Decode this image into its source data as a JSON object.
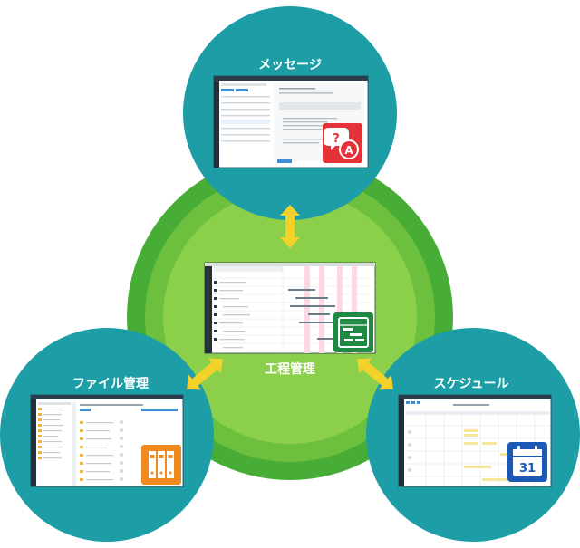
{
  "diagram": {
    "center_label": "工程管理",
    "nodes": [
      {
        "id": "message",
        "label": "メッセージ",
        "icon": "qa-icon",
        "icon_color": "#e53238"
      },
      {
        "id": "file",
        "label": "ファイル管理",
        "icon": "binder-icon",
        "icon_color": "#ef8a1e"
      },
      {
        "id": "schedule",
        "label": "スケジュール",
        "icon": "calendar-icon",
        "icon_color": "#1a59b5",
        "icon_text": "31"
      }
    ],
    "center_icon": {
      "icon": "gantt-icon",
      "color": "#1e8a44"
    }
  },
  "colors": {
    "teal": "#1d9ea6",
    "green_outer": "#47ad36",
    "green_mid": "#6dbf3e",
    "green_inner": "#8ccf4a",
    "arrow": "#f2d22a"
  }
}
